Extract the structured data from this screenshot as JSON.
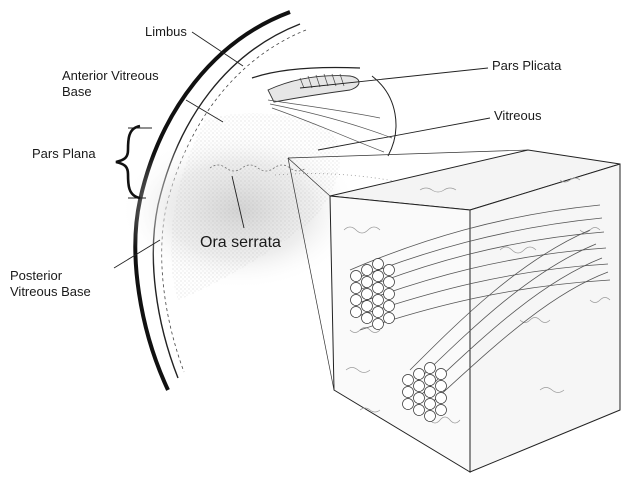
{
  "labels": {
    "limbus": "Limbus",
    "anterior_vitreous_base": [
      "Anterior Vitreous",
      "Base"
    ],
    "pars_plicata": "Pars Plicata",
    "vitreous": "Vitreous",
    "pars_plana": "Pars Plana",
    "ora_serrata": "Ora serrata",
    "posterior_vitreous_base": [
      "Posterior",
      "Vitreous Base"
    ]
  },
  "colors": {
    "ink": "#1a1a1a",
    "stipple": "#bdbdbd",
    "box_fill": "#f7f7f7"
  }
}
